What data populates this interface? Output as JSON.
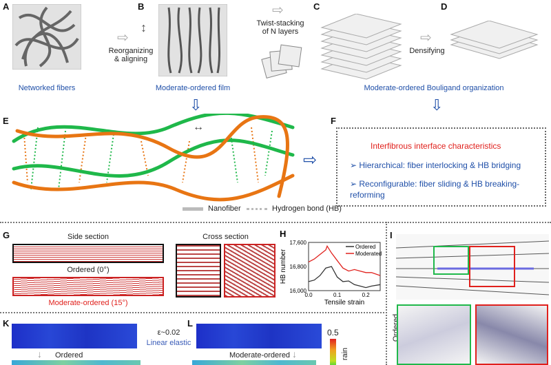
{
  "panels": {
    "A": {
      "label": "A",
      "caption": "Networked fibers"
    },
    "arrow_AB": "Reorganizing\n& aligning",
    "B": {
      "label": "B",
      "caption": "Moderate-ordered film"
    },
    "twist": "Twist-stacking\nof N layers",
    "C": {
      "label": "C"
    },
    "densify": "Densifying",
    "D": {
      "label": "D"
    },
    "CD_caption": "Moderate-ordered Bouligand organization",
    "E": {
      "label": "E",
      "legend_fiber": "Nanofiber",
      "legend_hb": "Hydrogen bond (HB)"
    },
    "F": {
      "label": "F",
      "title": "Interfibrous interface characteristics",
      "items": [
        "Hierarchical: fiber interlocking & HB bridging",
        "Reconfigurable: fiber sliding & HB breaking-reforming"
      ]
    },
    "G": {
      "label": "G",
      "side": "Side section",
      "cross": "Cross section",
      "ordered": "Ordered (0°)",
      "moderate": "Moderate-ordered (15°)"
    },
    "I": {
      "label": "I",
      "side_label": "Ordered"
    },
    "K": {
      "label": "K",
      "caption": "Ordered"
    },
    "L": {
      "label": "L",
      "caption": "Moderate-ordered",
      "colorbar_max": "0.5",
      "colorbar_title": "rain"
    },
    "strain": {
      "value": "ε~0.02",
      "regime": "Linear elastic"
    }
  },
  "colors": {
    "blue_text": "#1f4fa8",
    "red_text": "#e0201c",
    "fiber_green": "#1fb84a",
    "fiber_orange": "#e87513"
  },
  "chart_data": {
    "type": "line",
    "panel_label": "H",
    "xlabel": "Tensile strain",
    "ylabel": "HB number",
    "xlim": [
      0,
      0.25
    ],
    "ylim": [
      16000,
      17600
    ],
    "xticks": [
      "0.0",
      "0.1",
      "0.2"
    ],
    "yticks": [
      "16,000",
      "16,800",
      "17,600"
    ],
    "legend": "top-right",
    "series": [
      {
        "name": "Ordered",
        "color": "#333333",
        "x": [
          0,
          0.02,
          0.04,
          0.06,
          0.08,
          0.1,
          0.12,
          0.14,
          0.16,
          0.18,
          0.2,
          0.22,
          0.25
        ],
        "y": [
          16300,
          16350,
          16500,
          16750,
          16800,
          16450,
          16300,
          16320,
          16200,
          16150,
          16100,
          16150,
          16200
        ]
      },
      {
        "name": "Moderated",
        "color": "#e0201c",
        "x": [
          0,
          0.02,
          0.04,
          0.06,
          0.065,
          0.08,
          0.1,
          0.12,
          0.14,
          0.16,
          0.18,
          0.2,
          0.22,
          0.25
        ],
        "y": [
          16950,
          17050,
          17200,
          17350,
          17480,
          17250,
          17000,
          16750,
          16650,
          16700,
          16650,
          16600,
          16600,
          16500
        ]
      }
    ]
  }
}
